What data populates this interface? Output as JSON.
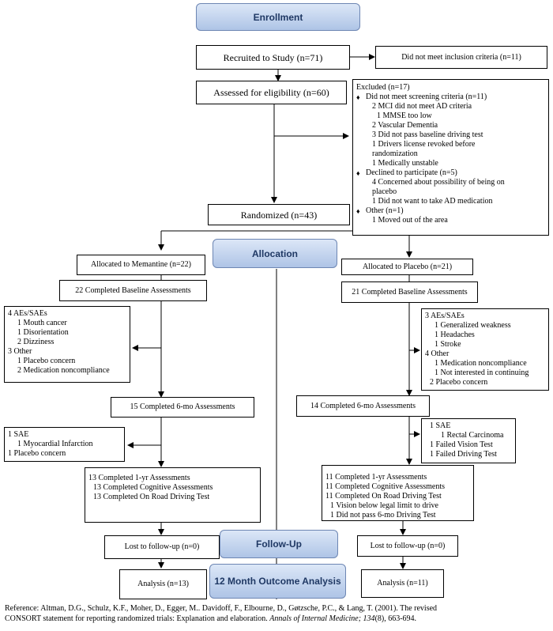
{
  "stages": {
    "enrollment": "Enrollment",
    "allocation": "Allocation",
    "followup": "Follow-Up",
    "outcome": "12 Month Outcome Analysis"
  },
  "enrollment": {
    "recruited": "Recruited to Study (n=71)",
    "not_inclusion": "Did not meet inclusion criteria (n=11)",
    "assessed": "Assessed for eligibility (n=60)",
    "randomized": "Randomized (n=43)"
  },
  "excluded": {
    "title": "Excluded (n=17)",
    "screening": "Did not meet screening criteria (n=11)",
    "mci": "2 MCI did not meet AD criteria",
    "mmse": "1 MMSE too low",
    "vascular": "2 Vascular Dementia",
    "driving": "3 Did not pass baseline driving test",
    "license_1": "1 Drivers license revoked before",
    "license_2": "randomization",
    "unstable": "1 Medically unstable",
    "declined": "Declined to participate (n=5)",
    "concerned_1": "4 Concerned about possibility of being on",
    "concerned_2": "placebo",
    "no_ad_med": "1 Did not want to take AD medication",
    "other": "Other (n=1)",
    "moved": "1 Moved out of the area"
  },
  "memantine": {
    "allocated": "Allocated to Memantine (n=22)",
    "baseline": "22 Completed Baseline Assessments",
    "drop1": {
      "aes": "4 AEs/SAEs",
      "mouth": "1 Mouth cancer",
      "disorient": "1 Disorientation",
      "dizzy": "2 Dizziness",
      "other": "3 Other",
      "placebo": "1 Placebo concern",
      "noncompliance": "2 Medication noncompliance"
    },
    "sixmo": "15 Completed 6-mo Assessments",
    "drop2": {
      "sae": "1 SAE",
      "mi": "1 Myocardial Infarction",
      "placebo": "1 Placebo concern"
    },
    "oneyr": {
      "l1": "13 Completed 1-yr Assessments",
      "l2": "13 Completed Cognitive Assessments",
      "l3": "13 Completed On Road Driving Test"
    },
    "lost": "Lost to follow-up (n=0)",
    "analysis": "Analysis (n=13)"
  },
  "placebo": {
    "allocated": "Allocated to Placebo (n=21)",
    "baseline": "21 Completed Baseline Assessments",
    "drop1": {
      "aes": "3 AEs/SAEs",
      "weak": "1 Generalized weakness",
      "headache": "1 Headaches",
      "stroke": "1 Stroke",
      "other": "4 Other",
      "noncompliance": "1 Medication noncompliance",
      "notinterested": "1 Not interested in continuing",
      "placebo": "2 Placebo concern"
    },
    "sixmo": "14 Completed 6-mo Assessments",
    "drop2": {
      "sae": "1 SAE",
      "rectal": "1 Rectal Carcinoma",
      "vision": "1 Failed Vision Test",
      "driving": "1 Failed Driving Test"
    },
    "oneyr": {
      "l1": "11 Completed 1-yr Assessments",
      "l2": "11 Completed Cognitive Assessments",
      "l3": "11 Completed On Road Driving Test",
      "l4": "1 Vision below legal limit to drive",
      "l5": "1 Did not pass 6-mo Driving Test"
    },
    "lost": "Lost to follow-up (n=0)",
    "analysis": "Analysis (n=11)"
  },
  "reference": {
    "line1": "Reference: Altman, D.G., Schulz, K.F., Moher, D., Egger, M.. Davidoff, F., Elbourne, D., Gøtzsche, P.C., & Lang, T. (2001). The revised",
    "line2a": "CONSORT statement for reporting randomized trials: Explanation and elaboration. ",
    "line2b": "Annals of Internal Medicine; 134",
    "line2c": "(8), 663-694."
  }
}
